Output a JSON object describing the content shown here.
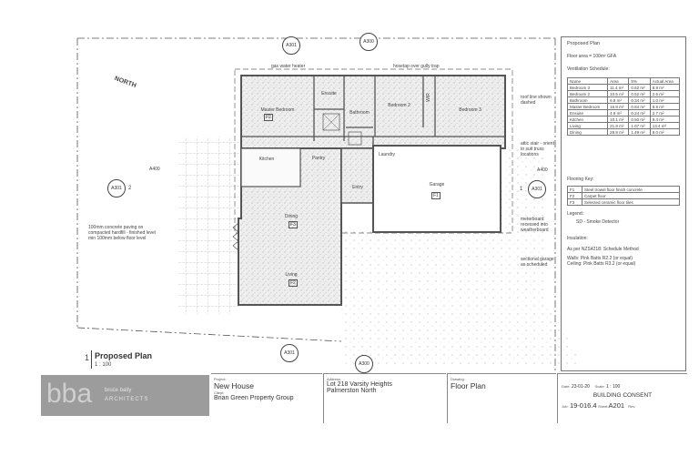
{
  "plan": {
    "north": "NORTH",
    "rooms": {
      "master": "Master Bedroom",
      "ensuite": "Ensuite",
      "bathroom": "Bathroom",
      "bed2": "Bedroom 2",
      "bed3": "Bedroom 3",
      "kitchen": "Kitchen",
      "pantry": "Pantry",
      "laundry": "Laundry",
      "entry": "Entry",
      "garage": "Garage",
      "dining": "Dining",
      "living": "Living",
      "wir": "WIR"
    },
    "floor_codes": {
      "f1": "F1",
      "f2": "F2",
      "f3": "F3"
    },
    "notes": {
      "gas": "gas water heater",
      "hosetap": "hosetap over gully trap",
      "roofline": "roof line shown dashed",
      "attic": "attic stair - orient to suit truss locations",
      "meter": "meterboard recessed into weatherboard",
      "garage_door": "sectional garage as scheduled",
      "paving": "100mm concrete paving on compacted hardfill - finished level min 100mm below floor level"
    },
    "markers": {
      "a301": "A301",
      "a300": "A300",
      "a400": "A400",
      "n1": "1",
      "n2": "2"
    }
  },
  "view_title": {
    "number": "1",
    "title": "Proposed Plan",
    "scale": "1 : 100"
  },
  "panel": {
    "title": "Proposed Plan",
    "floor_area": "Floor area = 100m² GFA",
    "vent_title": "Ventilation Schedule:",
    "headers": [
      "Name",
      "Area",
      "5%",
      "Actual Area"
    ],
    "rows": [
      [
        "Bedroom 3",
        "11.4 m²",
        "0.62 m²",
        "8.9 m²"
      ],
      [
        "Bedroom 2",
        "10.5 m²",
        "0.52 m²",
        "2.6 m²"
      ],
      [
        "Bathroom",
        "6.8 m²",
        "0.34 m²",
        "1.0 m²"
      ],
      [
        "Master Bedroom",
        "16.8 m²",
        "0.84 m²",
        "8.8 m²"
      ],
      [
        "Ensuite",
        "4.8 m²",
        "0.24 m²",
        "2.7 m²"
      ],
      [
        "Kitchen",
        "10.1 m²",
        "0.50 m²",
        "9.4 m²"
      ],
      [
        "Living",
        "21.9 m²",
        "1.07 m²",
        "13.4 m²"
      ],
      [
        "Dining",
        "28.8 m²",
        "1.49 m²",
        "9.0 m²"
      ]
    ],
    "flooring_title": "Flooring Key:",
    "flooring": [
      [
        "F1",
        "Steel trowel floor finish concrete"
      ],
      [
        "F2",
        "Carpet floor"
      ],
      [
        "F3",
        "Selected ceramic floor tiles"
      ]
    ],
    "legend_title": "Legend:",
    "legend_sym": "SD",
    "legend_text": "- Smoke Detector",
    "insulation_title": "Insulation:",
    "insulation_method": "As per NZS4218: Schedule Method",
    "walls_label": "Walls:",
    "walls": "Pink Batts R2.2 (or equal)",
    "ceiling_label": "Ceiling:",
    "ceiling": "Pink Batts R3.2 (or equal)"
  },
  "titleblock": {
    "logo": "bba",
    "logo_sub1": "bruce baity",
    "logo_sub2": "ARCHITECTS",
    "project_label": "Project:",
    "project": "New House",
    "client_label": "Client:",
    "client": "Brian Green Property Group",
    "address_label": "Address:",
    "address1": "Lot 218 Varsity Heights",
    "address2": "Palmerston North",
    "drawing_label": "Drawing:",
    "drawing": "Floor Plan",
    "date_label": "Date:",
    "date": "23-01-20",
    "scale_label": "Scale:",
    "scale": "1 : 100",
    "status": "BUILDING CONSENT",
    "job_label": "Job:",
    "job": "19-016.4",
    "sheet_label": "Sheet:",
    "sheet": "A201",
    "rev_label": "Rev:"
  }
}
